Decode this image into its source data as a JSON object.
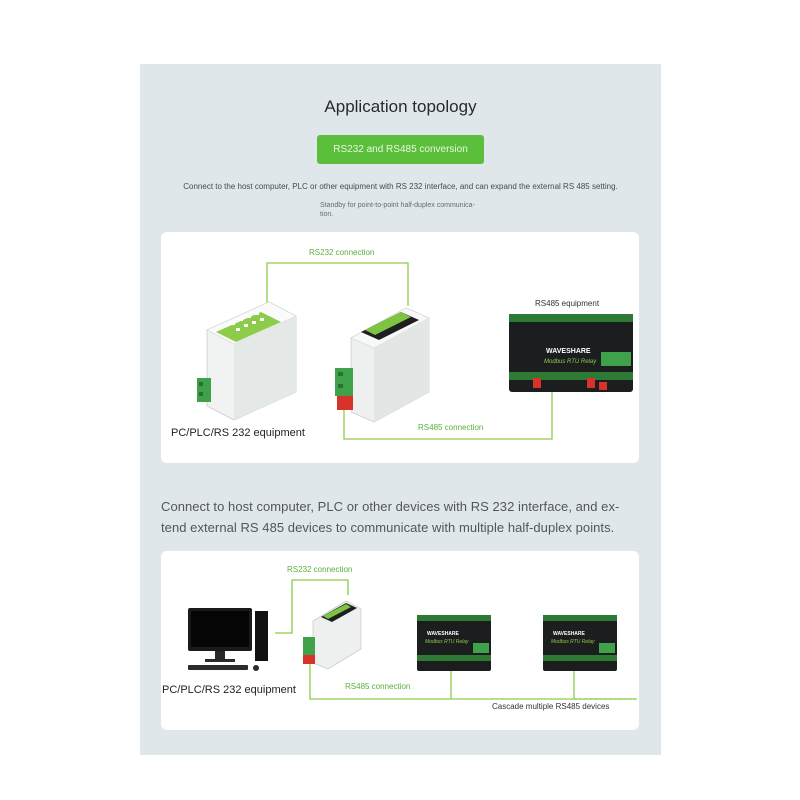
{
  "page": {
    "title": "Application topology",
    "pill_label": "RS232 and RS485 conversion",
    "intro_line": "Connect to the host computer, PLC or other equipment with RS 232 interface, and can expand the external RS 485 setting.",
    "standby_line1": "Standby for point-to-point half-duplex communica-",
    "standby_line2": "tion.",
    "paragraph_line1": "Connect to host computer, PLC or other devices with RS 232 interface, and ex-",
    "paragraph_line2": "tend external RS 485 devices to communicate with multiple half-duplex points."
  },
  "diagram1": {
    "rs232_label": "RS232 connection",
    "rs485_equipment_label": "RS485 equipment",
    "pc_label": "PC/PLC/RS 232 equipment",
    "rs485_label": "RS485 connection",
    "relay_brand": "WAVESHARE",
    "relay_name": "Modbus RTU Relay"
  },
  "diagram2": {
    "rs232_label": "RS232 connection",
    "pc_label": "PC/PLC/RS 232 equipment",
    "rs485_label": "RS485 connection",
    "cascade_label": "Cascade multiple RS485 devices",
    "relay_brand": "WAVESHARE",
    "relay_name": "Modbus RTU Relay"
  },
  "colors": {
    "accent_green": "#5bbf3c",
    "line_green": "#8ccc4a",
    "panel_bg": "#dfe7eb",
    "relay_body": "#1b1d1f"
  }
}
